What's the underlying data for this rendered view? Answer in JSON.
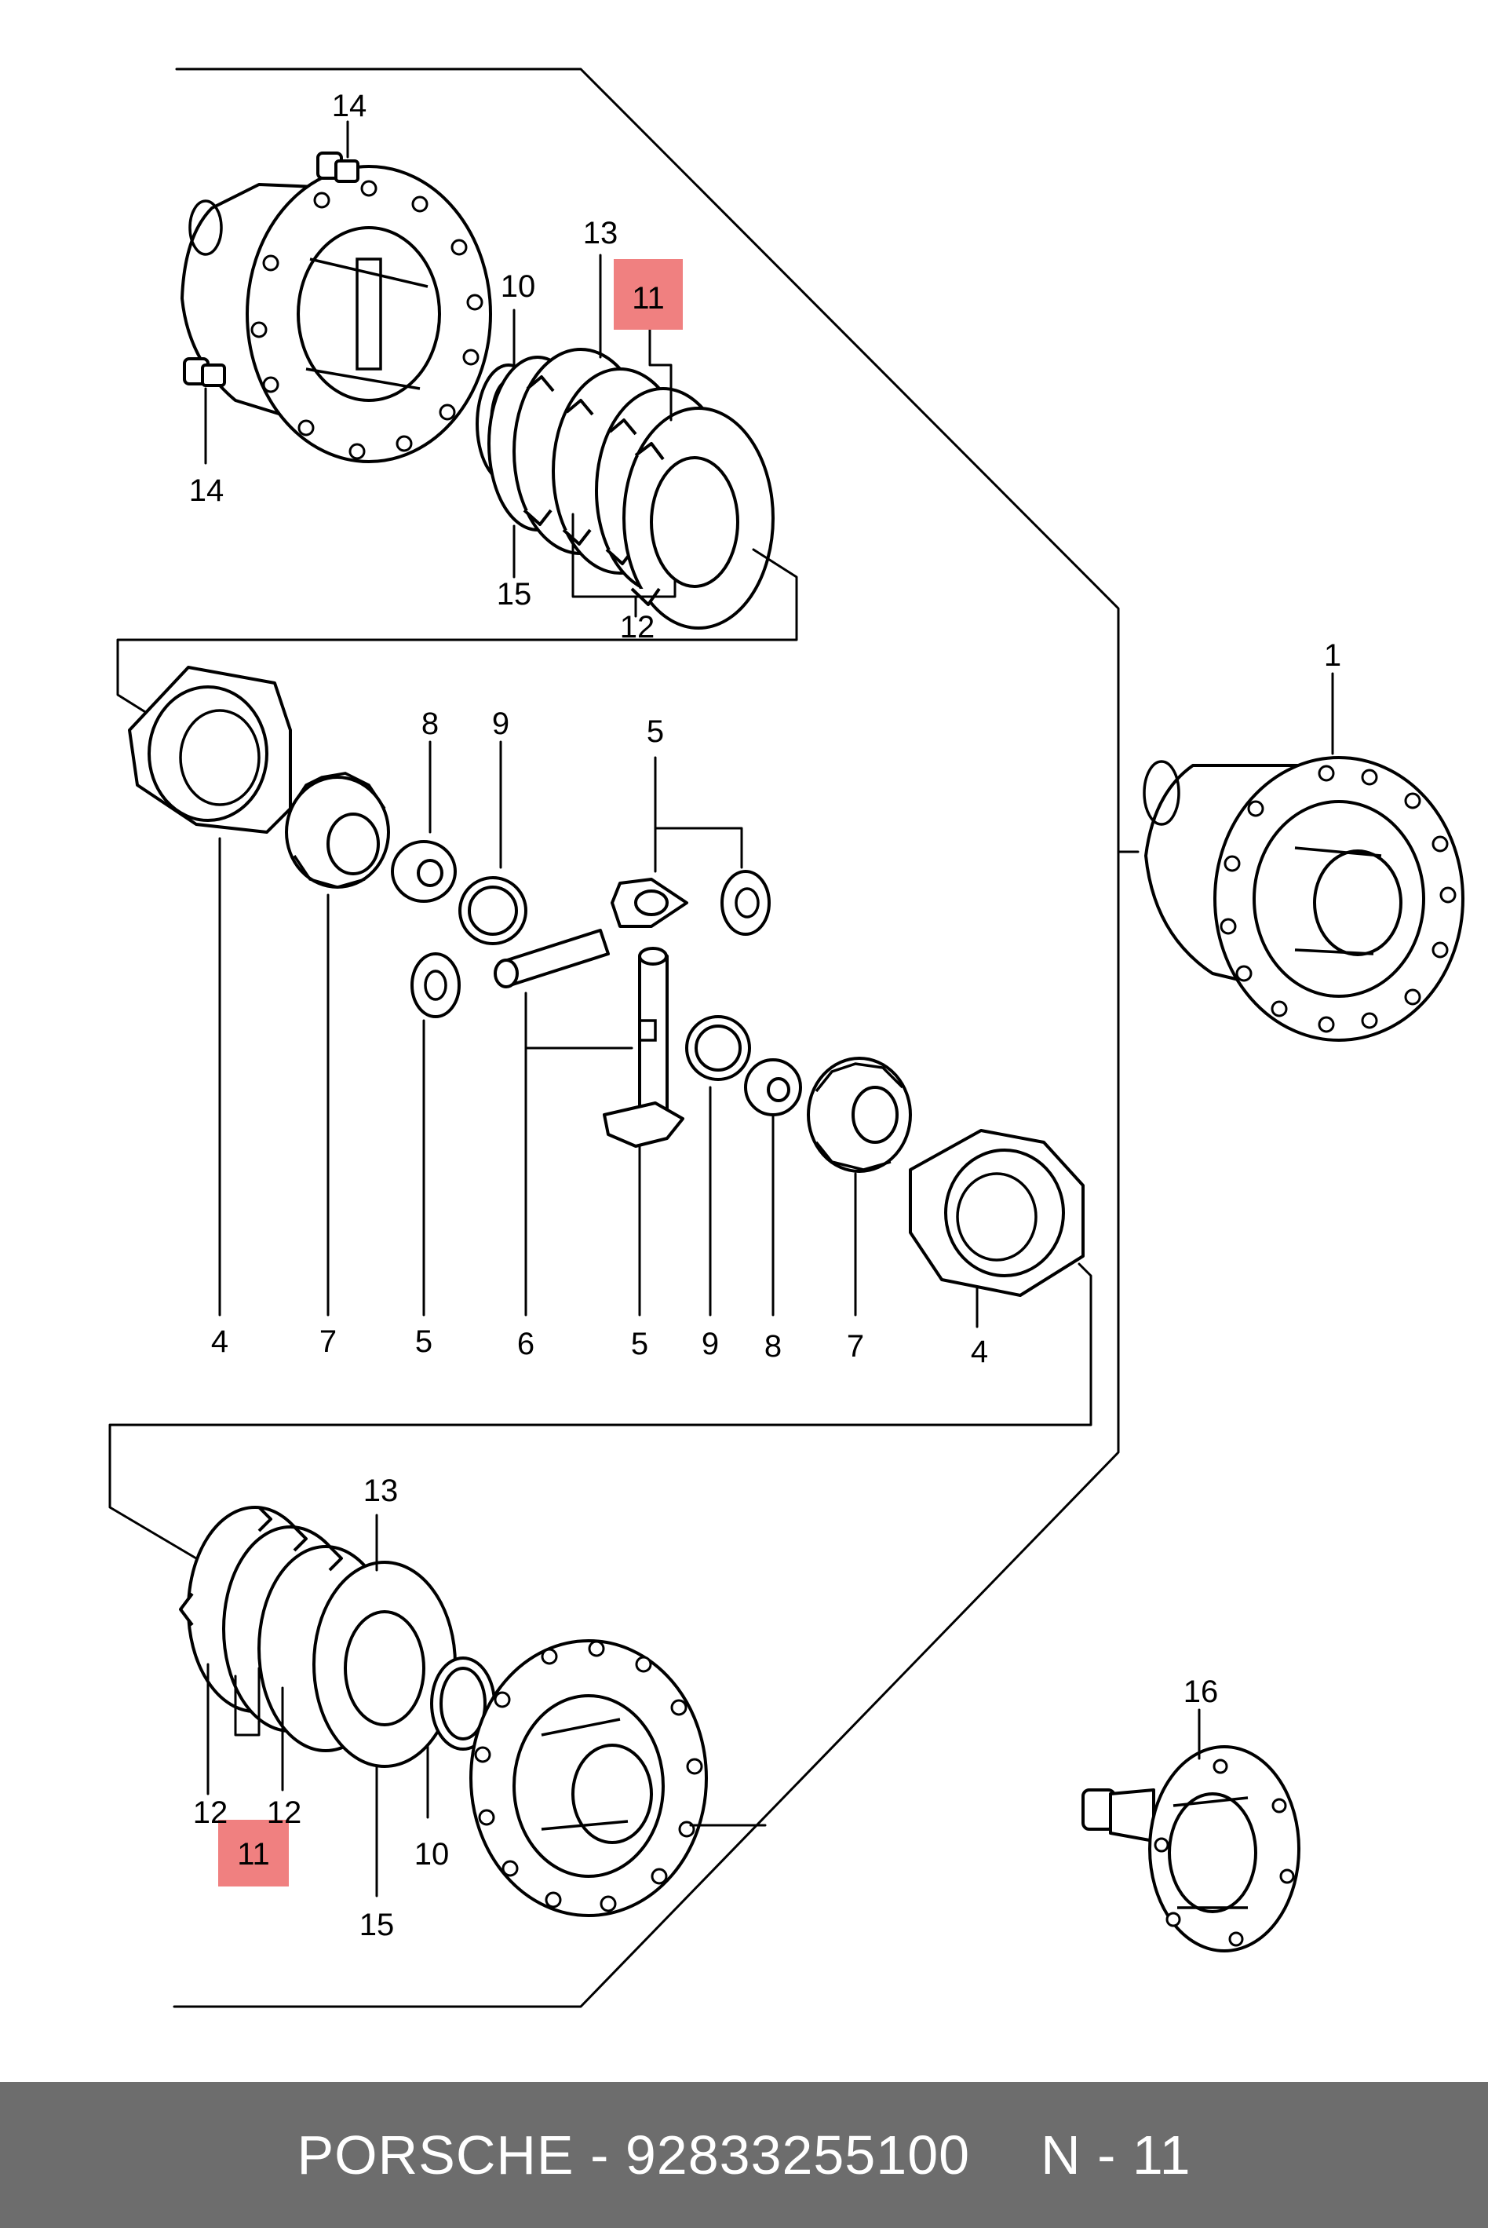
{
  "labels": {
    "l1": "1",
    "l4a": "4",
    "l4b": "4",
    "l5a": "5",
    "l5b": "5",
    "l5c": "5",
    "l6": "6",
    "l7a": "7",
    "l7b": "7",
    "l8a": "8",
    "l8b": "8",
    "l9a": "9",
    "l9b": "9",
    "l10a": "10",
    "l10b": "10",
    "l11a": "11",
    "l11b": "11",
    "l12a": "12",
    "l12b": "12",
    "l12c": "12",
    "l13a": "13",
    "l13b": "13",
    "l14a": "14",
    "l14b": "14",
    "l15a": "15",
    "l15b": "15",
    "l16": "16"
  },
  "highlight_color": "#f08080",
  "footer": {
    "brand": "PORSCHE",
    "dash": "-",
    "part_number": "92833255100",
    "position": "N - 11"
  }
}
